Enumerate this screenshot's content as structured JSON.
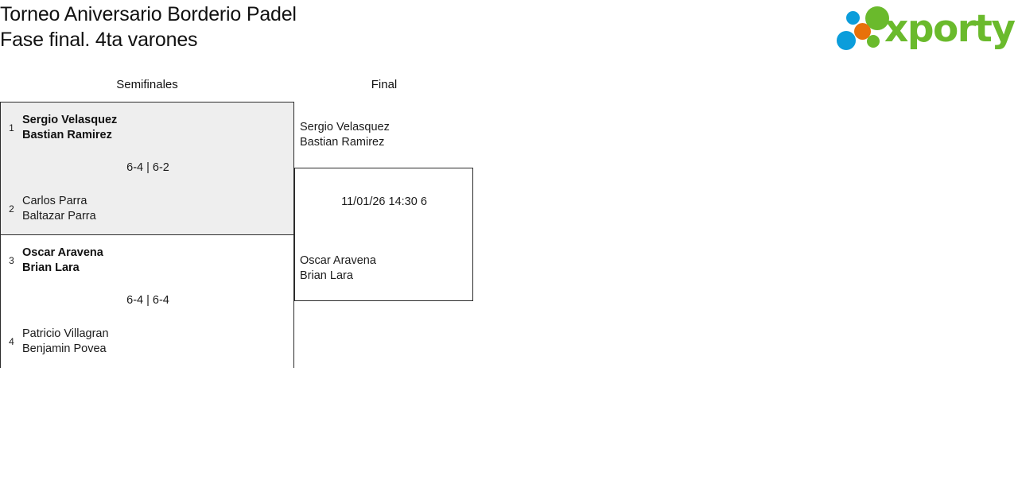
{
  "header": {
    "title_line1": "Torneo Aniversario Borderio Padel",
    "title_line2": "Fase final. 4ta varones",
    "logo_wordmark": "xporty",
    "brand_green": "#6aba2c",
    "brand_blue": "#0b9ddb",
    "brand_orange": "#e8710a"
  },
  "bracket": {
    "rounds": [
      {
        "label": "Semifinales"
      },
      {
        "label": "Final"
      }
    ],
    "semifinals": [
      {
        "score": "6-4 | 6-2",
        "top": {
          "seed": "1",
          "player1": "Sergio Velasquez",
          "player2": "Bastian Ramirez",
          "winner": true
        },
        "bottom": {
          "seed": "2",
          "player1": "Carlos Parra",
          "player2": "Baltazar Parra",
          "winner": false
        }
      },
      {
        "score": "6-4 | 6-4",
        "top": {
          "seed": "3",
          "player1": "Oscar Aravena",
          "player2": "Brian Lara",
          "winner": true
        },
        "bottom": {
          "seed": "4",
          "player1": "Patricio Villagran",
          "player2": "Benjamin Povea",
          "winner": false
        }
      }
    ],
    "final": {
      "schedule": "11/01/26 14:30 6",
      "top": {
        "player1": "Sergio Velasquez",
        "player2": "Bastian Ramirez"
      },
      "bottom": {
        "player1": "Oscar Aravena",
        "player2": "Brian Lara"
      }
    }
  }
}
